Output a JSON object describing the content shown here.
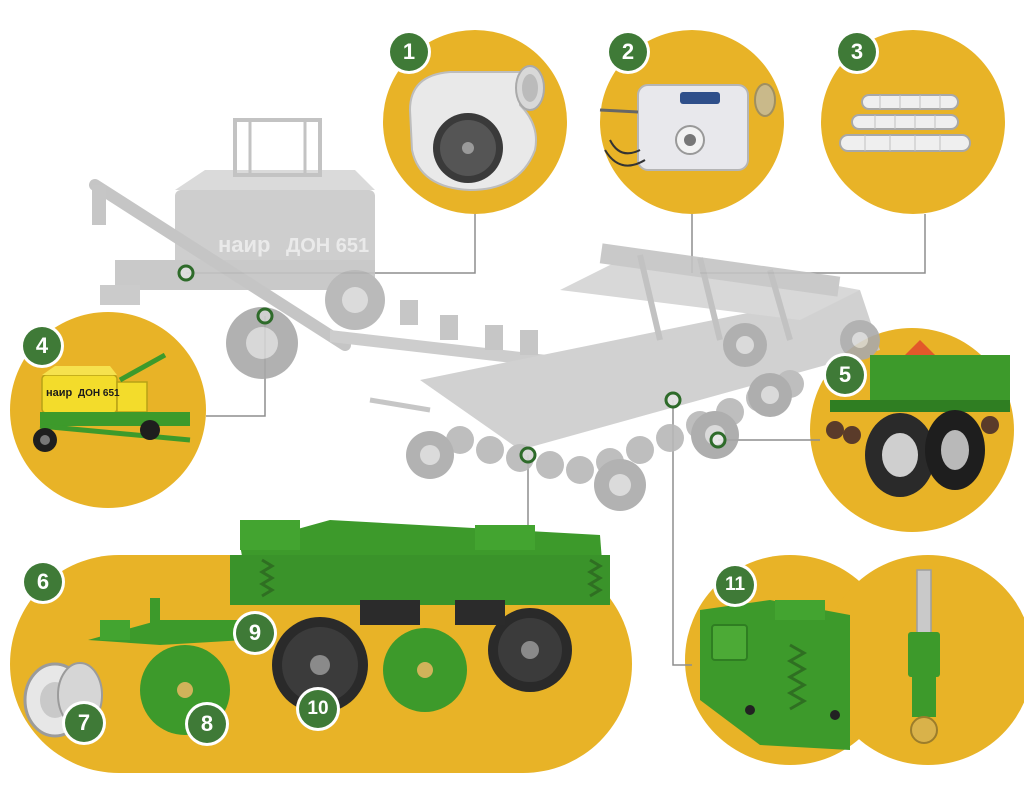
{
  "callouts": [
    {
      "number": "1",
      "part": "fan-icon"
    },
    {
      "number": "2",
      "part": "metering-drive-icon"
    },
    {
      "number": "3",
      "part": "rollers-icon"
    },
    {
      "number": "4",
      "part": "air-cart-icon"
    },
    {
      "number": "5",
      "part": "dual-wheels-icon"
    },
    {
      "number": "6",
      "part": "seeding-section-icon"
    },
    {
      "number": "7",
      "part": "press-wheel-icon"
    },
    {
      "number": "8",
      "part": "closing-wheel-icon"
    },
    {
      "number": "9",
      "part": "depth-spring-icon"
    },
    {
      "number": "10",
      "part": "disc-coulter-icon"
    },
    {
      "number": "11",
      "part": "hydraulic-cylinder-icon"
    }
  ],
  "machine": {
    "brand": "наир",
    "model": "ДОН 651"
  },
  "colors": {
    "accent_yellow": "#e8b327",
    "badge_green": "#3f7a37",
    "machine_green": "#3d9a2b",
    "machine_gray": "#cfcfcf",
    "leader_line": "#8e8e8e"
  }
}
